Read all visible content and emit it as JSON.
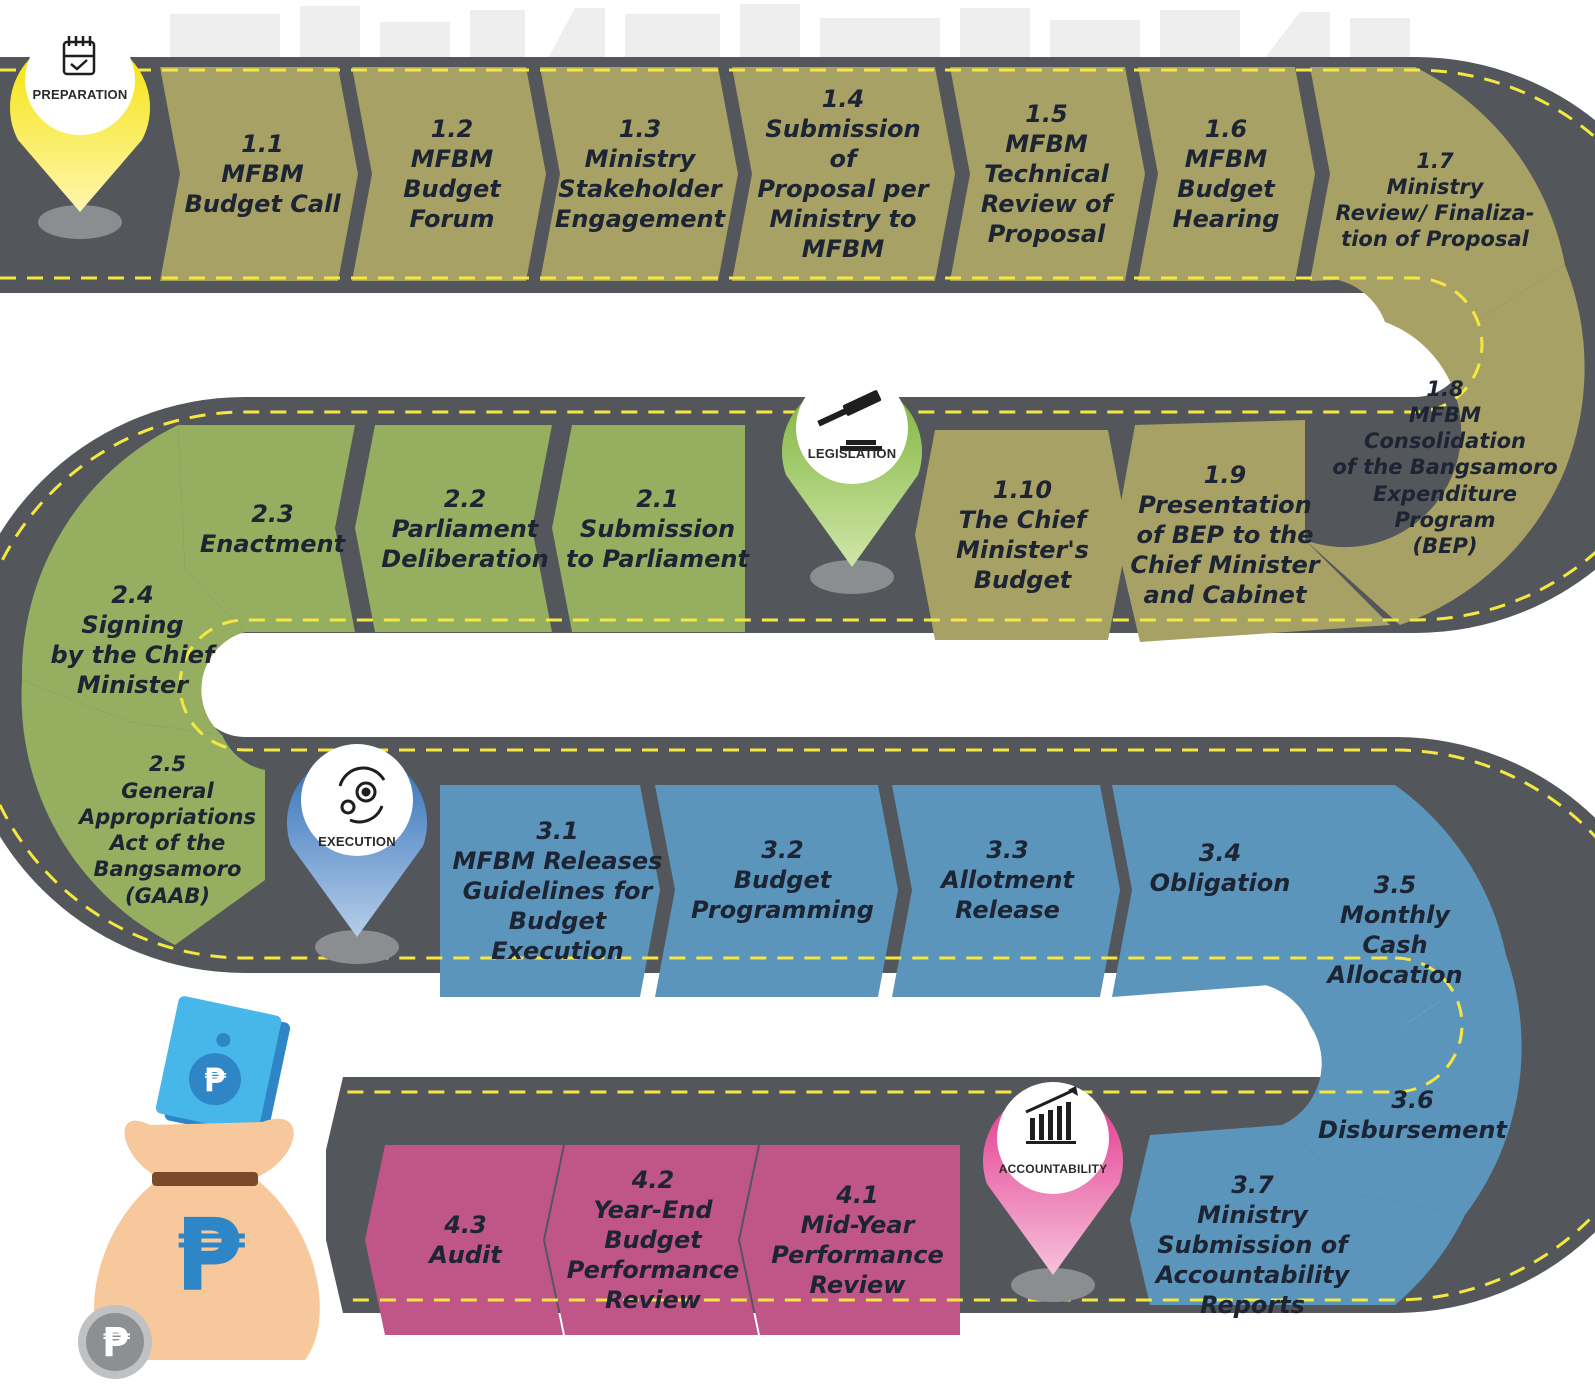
{
  "colors": {
    "road": "#53565a",
    "dash": "#f4e742",
    "preparation": "#a7a165",
    "legislation": "#95ae60",
    "execution": "#5c95bb",
    "accountability": "#c05587",
    "preparation_pin": "#f4e200",
    "legislation_pin": "#7fb33c",
    "execution_pin": "#2f6fb7",
    "accountability_pin": "#e2378c"
  },
  "phases": {
    "preparation": {
      "label": "PREPARATION",
      "icon": "calendar-check-icon"
    },
    "legislation": {
      "label": "LEGISLATION",
      "icon": "gavel-icon"
    },
    "execution": {
      "label": "EXECUTION",
      "icon": "gears-icon"
    },
    "accountability": {
      "label": "ACCOUNTABILITY",
      "icon": "bar-chart-icon"
    }
  },
  "steps": {
    "s1_1": "1.1\nMFBM\nBudget Call",
    "s1_2": "1.2\nMFBM\nBudget\nForum",
    "s1_3": "1.3\nMinistry\nStakeholder\nEngagement",
    "s1_4": "1.4\nSubmission of\nProposal per\nMinistry to\nMFBM",
    "s1_5": "1.5\nMFBM\nTechnical\nReview of\nProposal",
    "s1_6": "1.6\nMFBM\nBudget\nHearing",
    "s1_7": "1.7\nMinistry\nReview/ Finaliza-\ntion of Proposal",
    "s1_8": "1.8\nMFBM\nConsolidation\nof the Bangsamoro\nExpenditure\nProgram\n(BEP)",
    "s1_9": "1.9\nPresentation\nof BEP to the\nChief Minister\nand Cabinet",
    "s1_10": "1.10\nThe Chief\nMinister's\nBudget",
    "s2_1": "2.1\nSubmission\nto Parliament",
    "s2_2": "2.2\nParliament\nDeliberation",
    "s2_3": "2.3\nEnactment",
    "s2_4": "2.4\nSigning\nby the Chief\nMinister",
    "s2_5": "2.5\nGeneral\nAppropriations\nAct of the\nBangsamoro\n(GAAB)",
    "s3_1": "3.1\nMFBM Releases\nGuidelines for\nBudget\nExecution",
    "s3_2": "3.2\nBudget\nProgramming",
    "s3_3": "3.3\nAllotment\nRelease",
    "s3_4": "3.4\nObligation",
    "s3_5": "3.5\nMonthly\nCash\nAllocation",
    "s3_6": "3.6\nDisbursement",
    "s3_7": "3.7\nMinistry\nSubmission of\nAccountability\nReports",
    "s4_1": "4.1\nMid-Year\nPerformance\nReview",
    "s4_2": "4.2\nYear-End\nBudget\nPerformance\nReview",
    "s4_3": "4.3\nAudit"
  },
  "money_bag": {
    "currency_symbol": "₱",
    "icon": "money-bag-icon"
  }
}
